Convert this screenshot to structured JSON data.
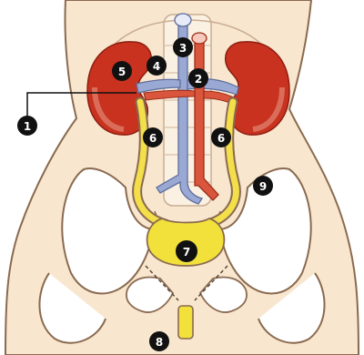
{
  "markers": [
    {
      "id": "m1",
      "label": "1"
    },
    {
      "id": "m2",
      "label": "2"
    },
    {
      "id": "m3",
      "label": "3"
    },
    {
      "id": "m4",
      "label": "4"
    },
    {
      "id": "m5",
      "label": "5"
    },
    {
      "id": "m6a",
      "label": "6"
    },
    {
      "id": "m6b",
      "label": "6"
    },
    {
      "id": "m7",
      "label": "7"
    },
    {
      "id": "m8",
      "label": "8"
    },
    {
      "id": "m9",
      "label": "9"
    }
  ],
  "colors": {
    "skin": "#f8e6cf",
    "outline": "#8a6a50",
    "bone": "#ffffff",
    "kidney": "#c8321f",
    "kidney_shadow": "#f0b6a2",
    "vein": "#9aa8d4",
    "artery": "#d9553b",
    "ureter": "#f2df4a",
    "bladder": "#f1e13a",
    "marker": "#111111"
  }
}
